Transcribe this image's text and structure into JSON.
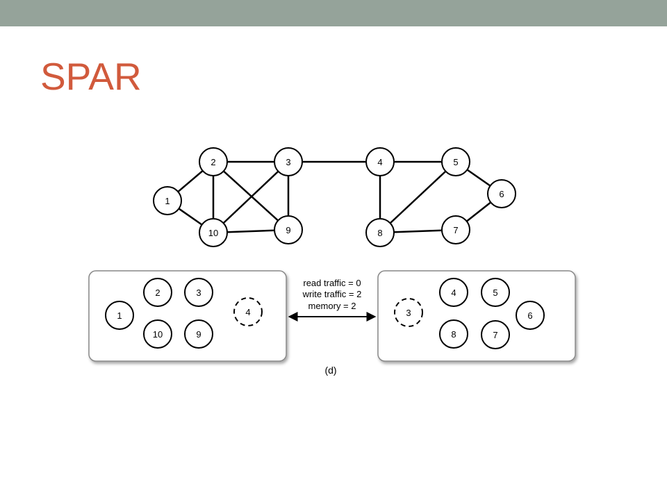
{
  "slide": {
    "title": "SPAR",
    "top_bar_color": "#95a39a",
    "title_color": "#d15a3c"
  },
  "graph": {
    "nodes": [
      "1",
      "2",
      "3",
      "4",
      "5",
      "6",
      "7",
      "8",
      "9",
      "10"
    ],
    "edges": [
      [
        "1",
        "2"
      ],
      [
        "1",
        "10"
      ],
      [
        "2",
        "3"
      ],
      [
        "2",
        "10"
      ],
      [
        "2",
        "9"
      ],
      [
        "3",
        "10"
      ],
      [
        "3",
        "9"
      ],
      [
        "10",
        "9"
      ],
      [
        "3",
        "4"
      ],
      [
        "4",
        "5"
      ],
      [
        "4",
        "8"
      ],
      [
        "5",
        "8"
      ],
      [
        "5",
        "6"
      ],
      [
        "6",
        "7"
      ],
      [
        "8",
        "7"
      ]
    ]
  },
  "partitions": {
    "left": {
      "nodes": [
        "1",
        "2",
        "3",
        "10",
        "9"
      ],
      "replica": "4"
    },
    "right": {
      "nodes": [
        "4",
        "5",
        "6",
        "8",
        "7"
      ],
      "replica": "3"
    }
  },
  "stats": {
    "read_traffic": "read traffic = 0",
    "write_traffic": "write traffic = 2",
    "memory": "memory = 2"
  },
  "caption": "(d)"
}
